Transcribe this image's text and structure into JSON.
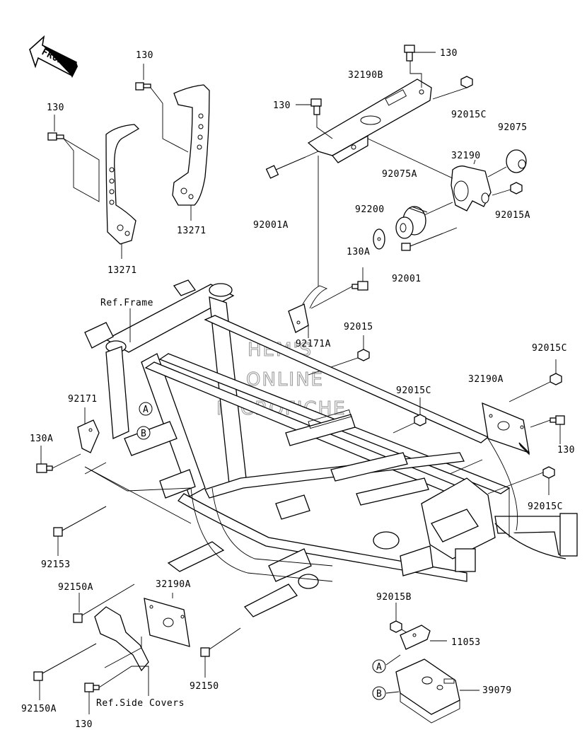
{
  "front_label": "FRONT",
  "watermark": [
    "HEM'S",
    "ONLINE",
    "MICROFICHE"
  ],
  "labels": {
    "l130_a": "130",
    "l130_b": "130",
    "l130_c": "130",
    "l130_d": "130",
    "l130_e": "130",
    "l130_f": "130",
    "l32190B": "32190B",
    "l92015C_a": "92015C",
    "l92075": "92075",
    "l32190": "32190",
    "l92015A": "92015A",
    "l92075A": "92075A",
    "l92200": "92200",
    "l92001A": "92001A",
    "l13271_a": "13271",
    "l13271_b": "13271",
    "l92001": "92001",
    "l130A_a": "130A",
    "l130A_b": "130A",
    "ref_frame": "Ref.Frame",
    "l92171A": "92171A",
    "l92015": "92015",
    "l92015C_b": "92015C",
    "l32190A_a": "32190A",
    "l92015C_c": "92015C",
    "l92171": "92171",
    "l92015C_d": "92015C",
    "l92153": "92153",
    "l92150A_a": "92150A",
    "l32190A_b": "32190A",
    "l92015B": "92015B",
    "l11053": "11053",
    "l92150": "92150",
    "l39079": "39079",
    "l92150A_b": "92150A",
    "ref_side_covers": "Ref.Side Covers",
    "callout_a_1": "A",
    "callout_b_1": "B",
    "callout_a_2": "A",
    "callout_b_2": "B"
  }
}
